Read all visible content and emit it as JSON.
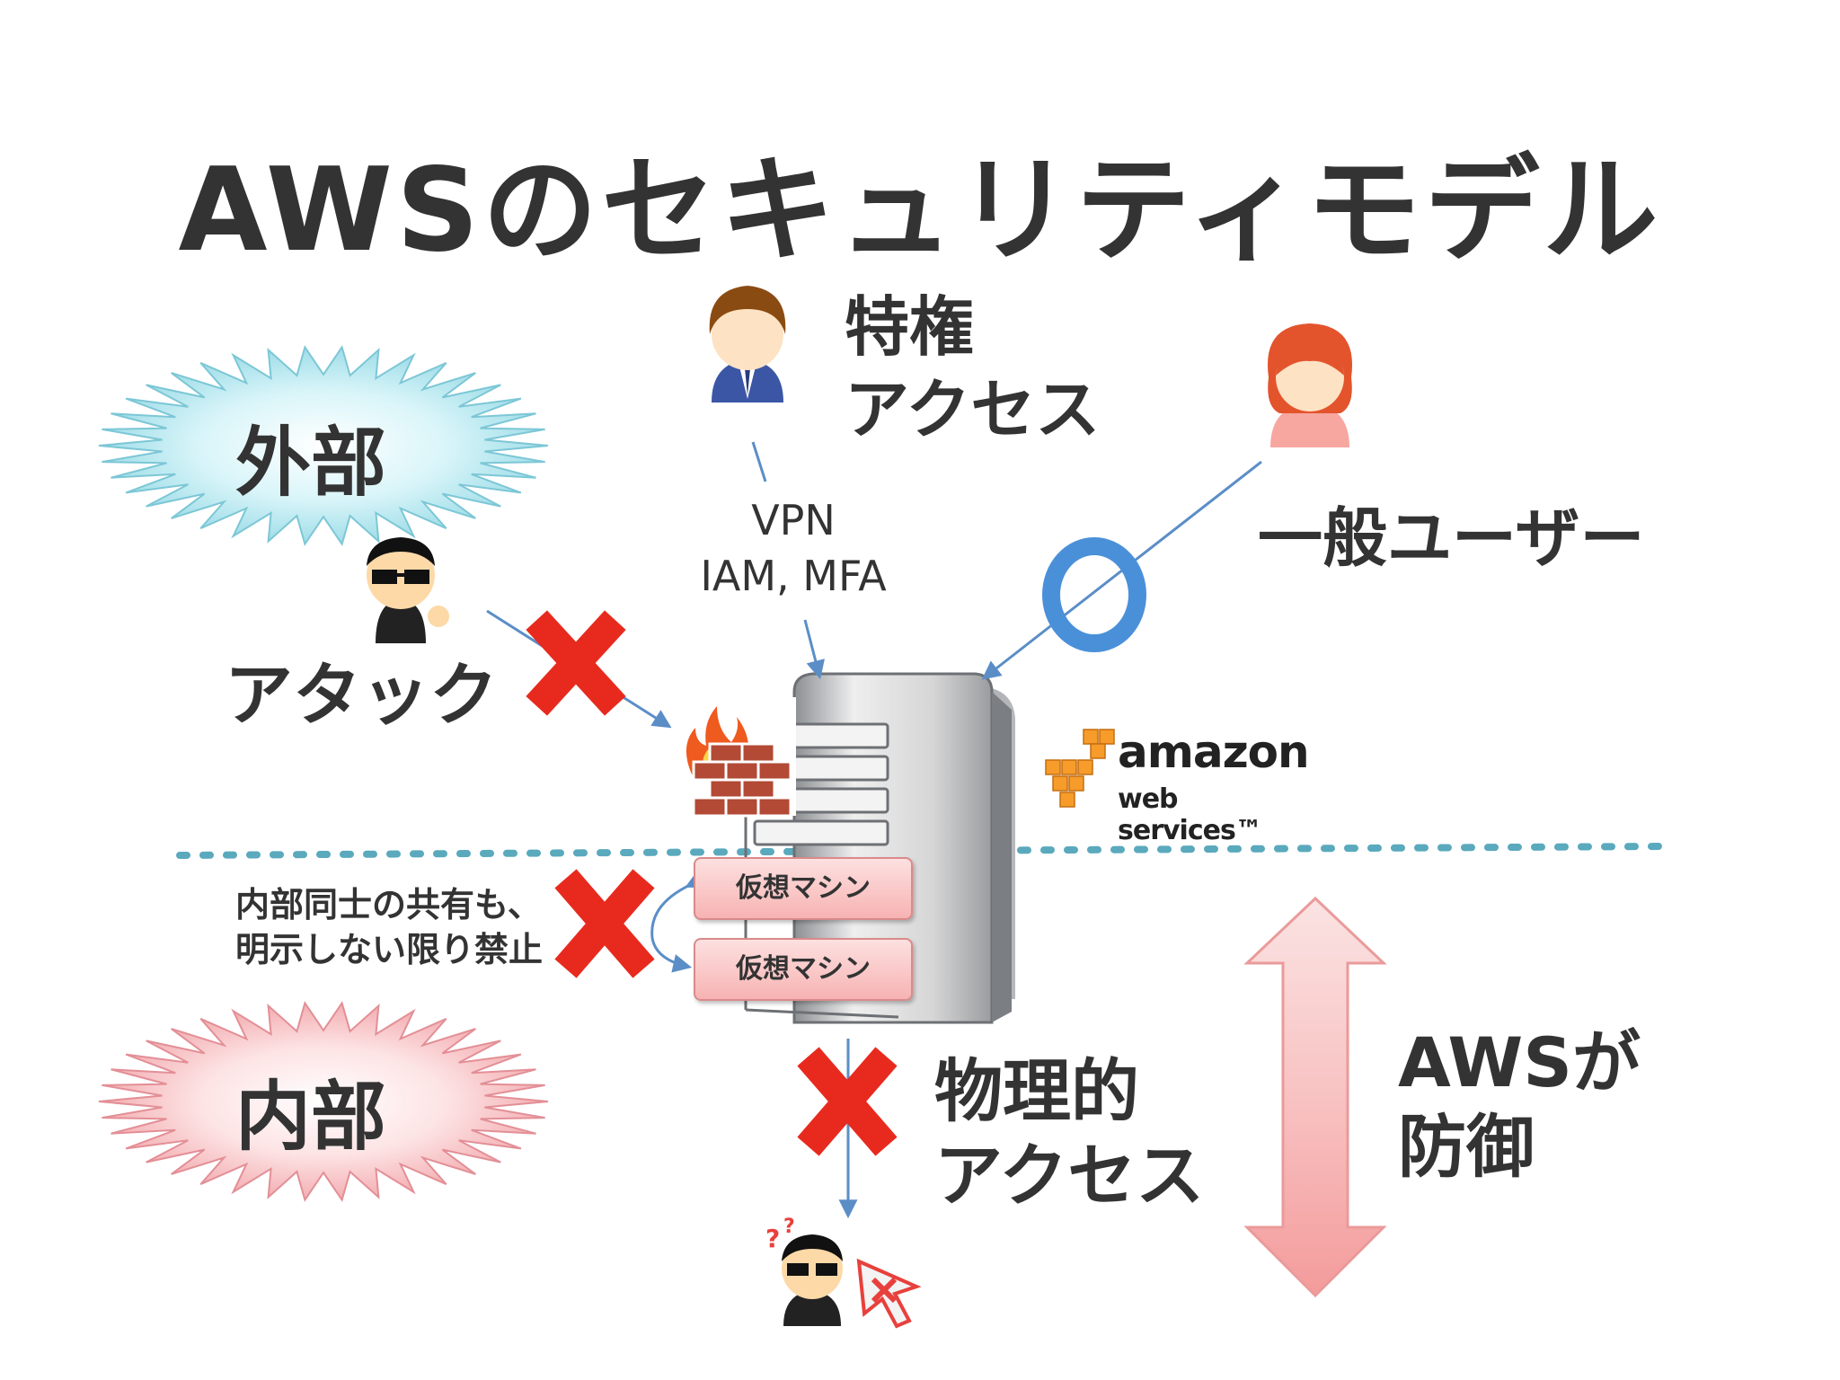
{
  "title": "AWSのセキュリティモデル",
  "labels": {
    "external": "外部",
    "internal": "内部",
    "privileged_line1": "特権",
    "privileged_line2": "アクセス",
    "general_user": "一般ユーザー",
    "vpn_line1": "VPN",
    "vpn_line2": "IAM, MFA",
    "attack": "アタック",
    "internal_note_line1": "内部同士の共有も、",
    "internal_note_line2": "明示しない限り禁止",
    "vm": "仮想マシン",
    "physical_line1": "物理的",
    "physical_line2": "アクセス",
    "aws_defends_line1": "AWSが",
    "aws_defends_line2": "防御"
  },
  "logo": {
    "amazon": "amazon",
    "webservices": "web services™"
  },
  "colors": {
    "external_burst": "#b9ecf3",
    "internal_burst": "#f9c9cc",
    "deny_mark": "#e82a1e",
    "allow_mark": "#4a90d9",
    "arrow": "#5b8ec7",
    "aws_arrow": "#f6b6b6",
    "aws_orange": "#f79b2a"
  },
  "icons": {
    "deny": "x-mark-icon",
    "allow": "circle-o-icon",
    "firewall": "firewall-icon",
    "server": "server-icon"
  }
}
